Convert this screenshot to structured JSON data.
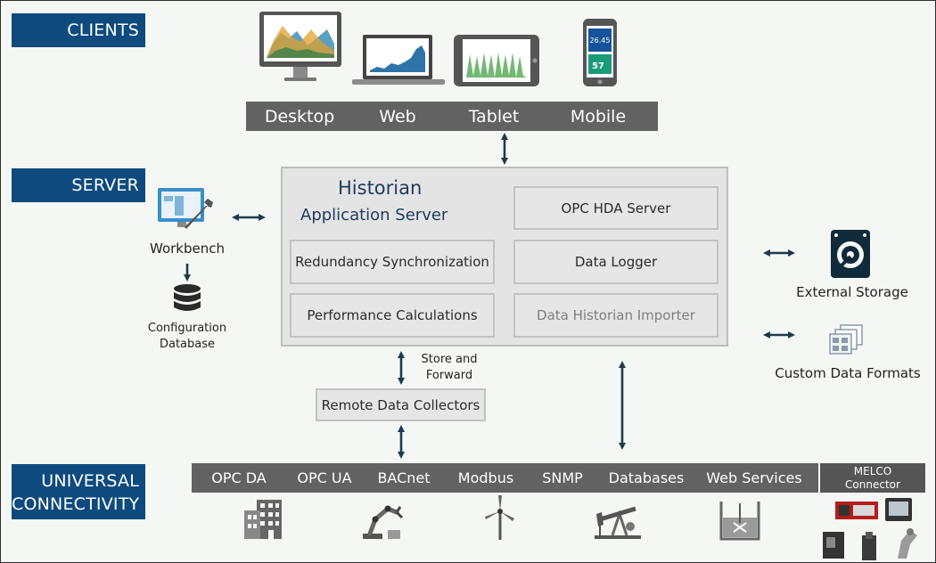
{
  "sections": {
    "clients": "CLIENTS",
    "server": "SERVER",
    "connectivity_line1": "UNIVERSAL",
    "connectivity_line2": "CONNECTIVITY"
  },
  "clients": [
    "Desktop",
    "Web",
    "Tablet",
    "Mobile"
  ],
  "phone_screen": {
    "value1": "26.45",
    "value2": "57"
  },
  "historian": {
    "title": "Historian",
    "subtitle": "Application Server",
    "modules": {
      "opc_hda": "OPC HDA Server",
      "data_logger": "Data Logger",
      "redundancy": "Redundancy Synchronization",
      "importer": "Data Historian Importer",
      "performance": "Performance Calculations"
    }
  },
  "workbench": {
    "label": "Workbench",
    "database_line1": "Configuration",
    "database_line2": "Database"
  },
  "store_forward": {
    "line1": "Store and",
    "line2": "Forward"
  },
  "remote_collectors": "Remote Data Collectors",
  "storage": {
    "external": "External Storage",
    "custom": "Custom Data Formats"
  },
  "protocols": [
    "OPC DA",
    "OPC UA",
    "BACnet",
    "Modbus",
    "SNMP",
    "Databases",
    "Web Services"
  ],
  "melco": {
    "line1": "MELCO",
    "line2": "Connector"
  },
  "colors": {
    "section_blue": "#0e4a7e",
    "bar_grey": "#626262",
    "arrow": "#1e3a4c"
  }
}
